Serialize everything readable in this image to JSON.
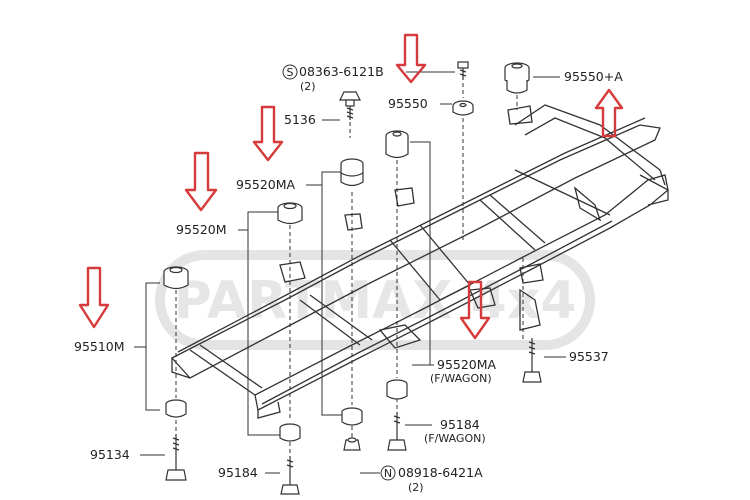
{
  "watermark": "PARTMAX 4x4",
  "labels": {
    "p95550a": "95550+A",
    "p08363": "08363-6121B",
    "p08363_qty": "(2)",
    "p95550": "95550",
    "p5136": "5136",
    "p95520ma_top": "95520MA",
    "p95520m": "95520M",
    "p95510m": "95510M",
    "p95537": "95537",
    "p95520ma_bottom": "95520MA",
    "p95520ma_bottom_note": "(F/WAGON)",
    "p95184_right": "95184",
    "p95184_right_note": "(F/WAGON)",
    "p95134": "95134",
    "p95184_left": "95184",
    "p08918": "08918-6421A",
    "p08918_qty": "(2)"
  },
  "markers": {
    "s_symbol": "S",
    "n_symbol": "N"
  },
  "colors": {
    "arrow": "#d63a3a",
    "line": "#333333",
    "watermark": "#dcdcdc"
  }
}
